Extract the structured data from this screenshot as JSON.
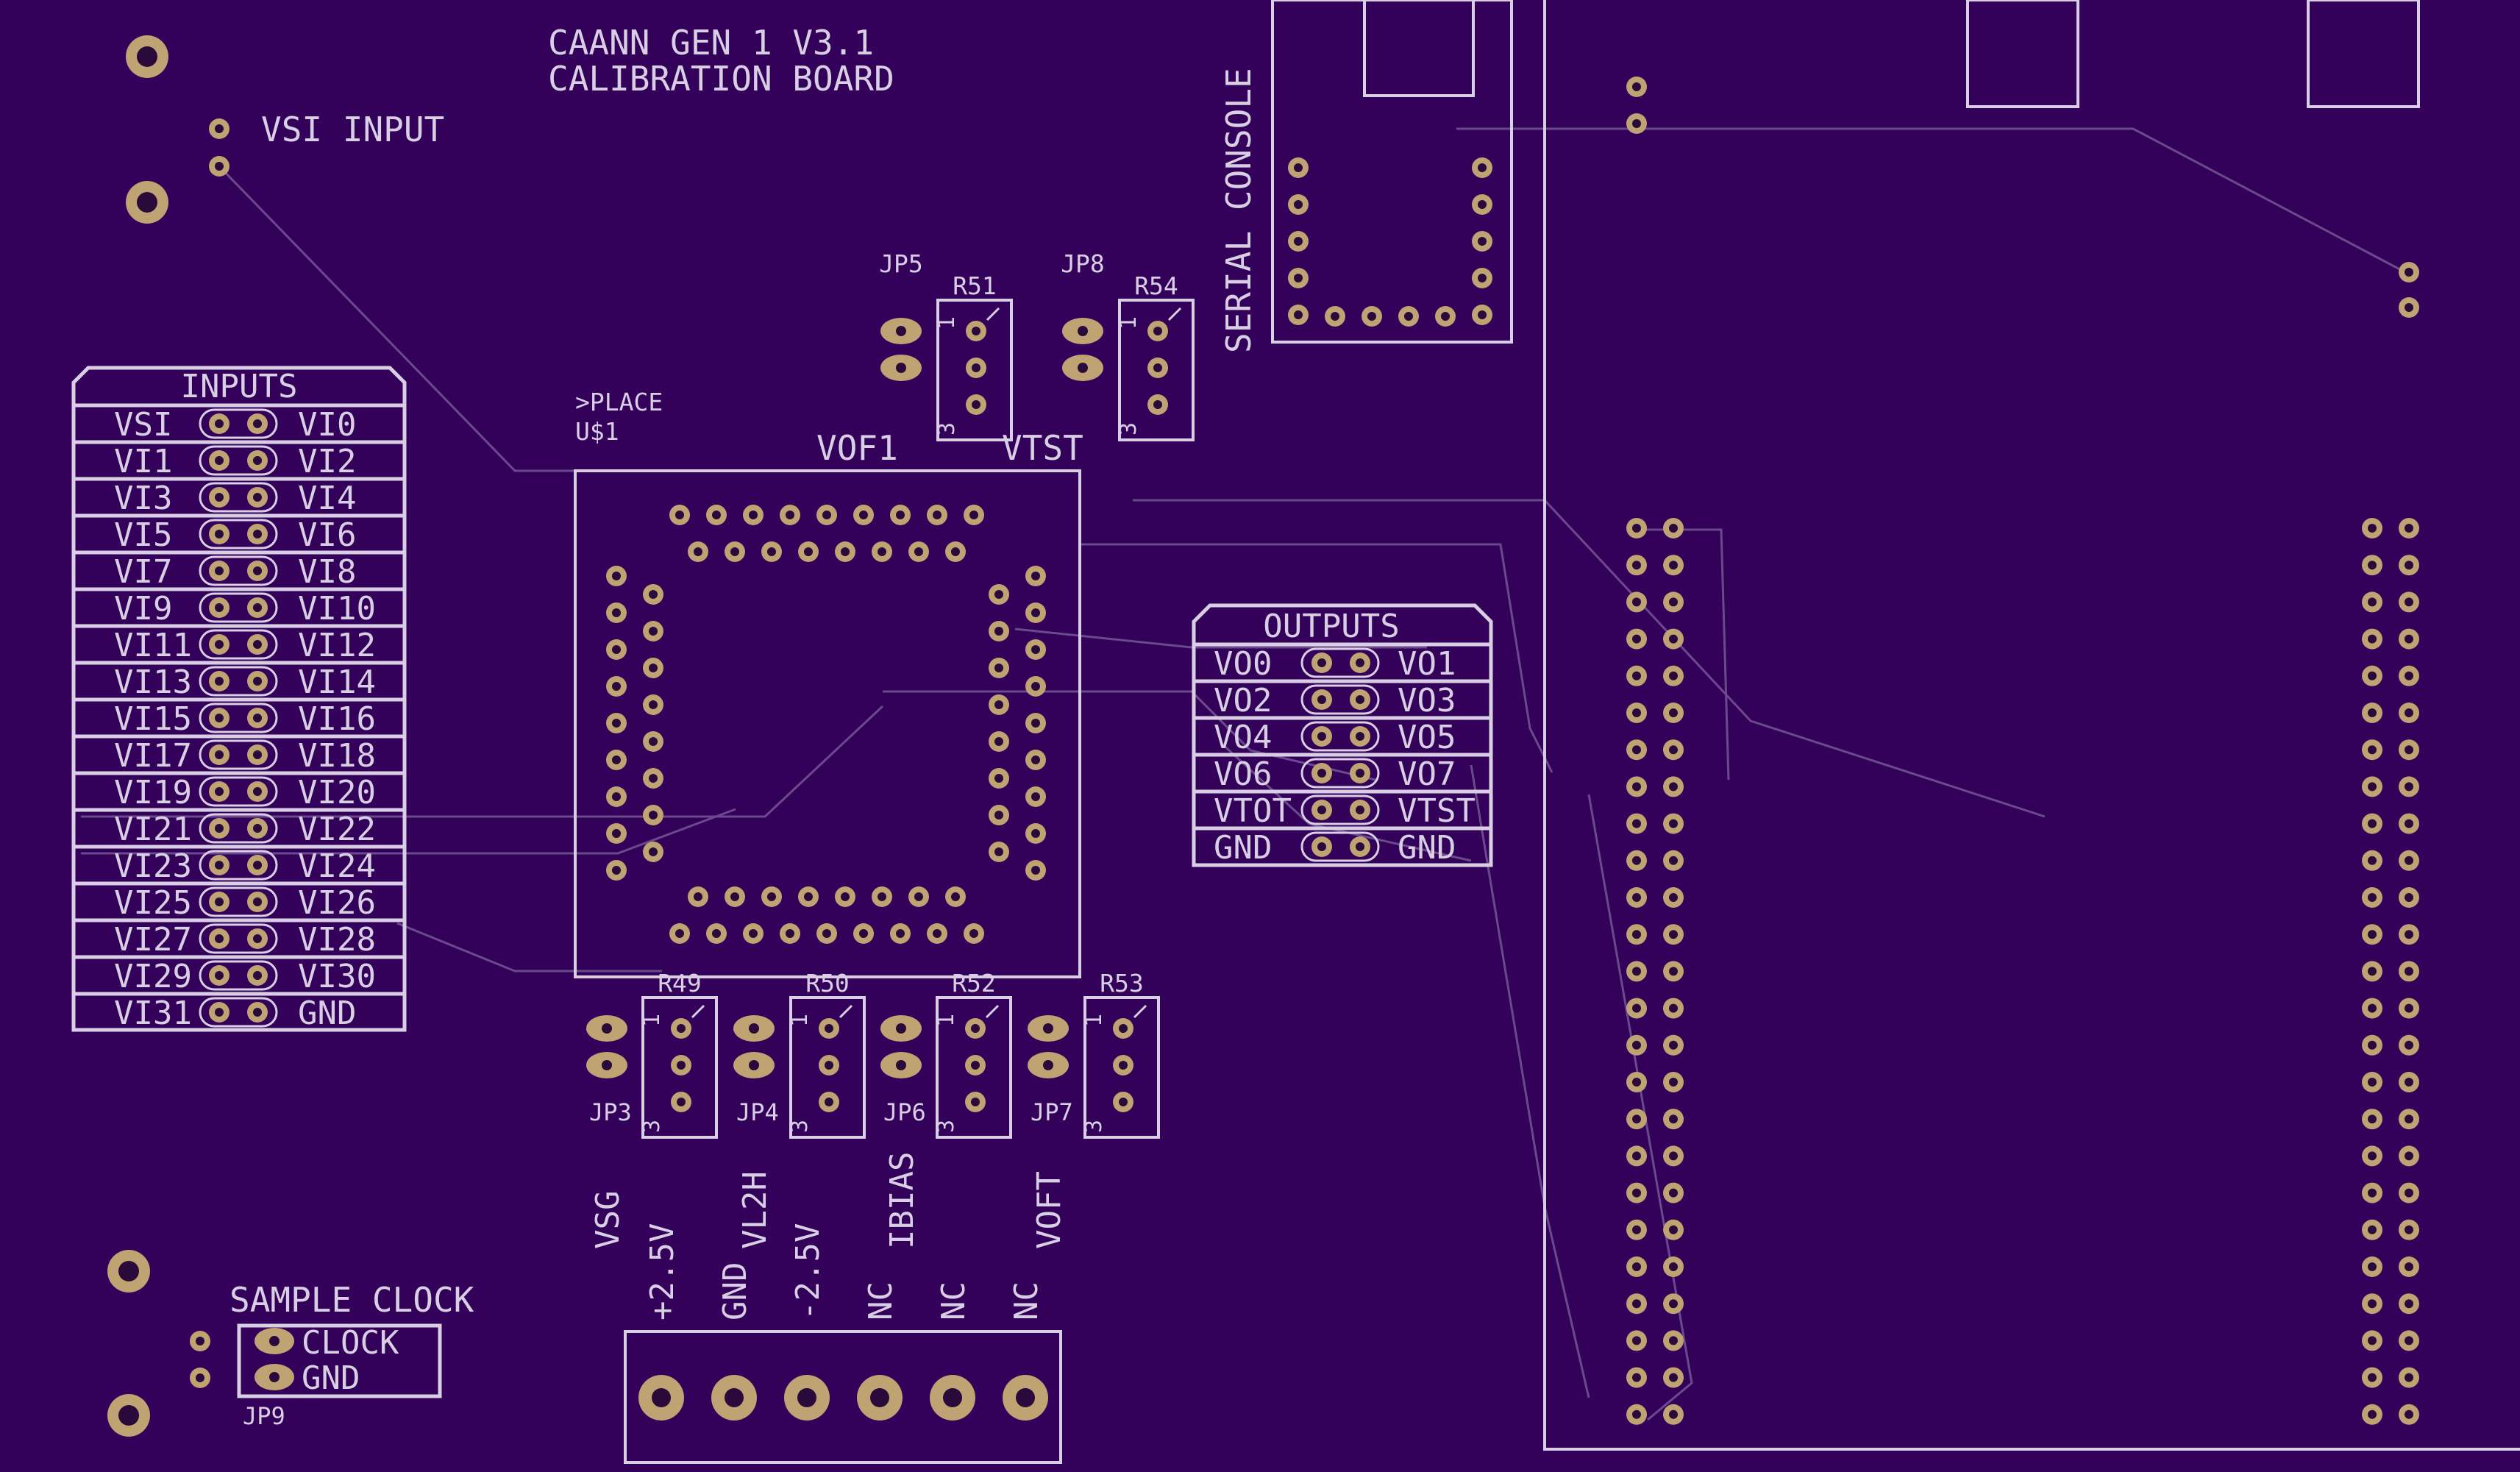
{
  "colors": {
    "board": "#33005a",
    "silkscreen": "#d8cfe4",
    "copper_pad": "#bfa372",
    "drill": "#2a0a3a",
    "trace": "#6a4a8c"
  },
  "header": {
    "title_line1": "CAANN GEN 1 V3.1",
    "title_line2": "CALIBRATION BOARD"
  },
  "vsi_input": {
    "label": "VSI INPUT"
  },
  "serial_console": {
    "label": "SERIAL CONSOLE"
  },
  "inputs_block": {
    "title": "INPUTS",
    "rows": [
      [
        "VSI",
        "VI0"
      ],
      [
        "VI1",
        "VI2"
      ],
      [
        "VI3",
        "VI4"
      ],
      [
        "VI5",
        "VI6"
      ],
      [
        "VI7",
        "VI8"
      ],
      [
        "VI9",
        "VI10"
      ],
      [
        "VI11",
        "VI12"
      ],
      [
        "VI13",
        "VI14"
      ],
      [
        "VI15",
        "VI16"
      ],
      [
        "VI17",
        "VI18"
      ],
      [
        "VI19",
        "VI20"
      ],
      [
        "VI21",
        "VI22"
      ],
      [
        "VI23",
        "VI24"
      ],
      [
        "VI25",
        "VI26"
      ],
      [
        "VI27",
        "VI28"
      ],
      [
        "VI29",
        "VI30"
      ],
      [
        "VI31",
        "GND"
      ]
    ]
  },
  "outputs_block": {
    "title": "OUTPUTS",
    "rows": [
      [
        "VO0",
        "VO1"
      ],
      [
        "VO2",
        "VO3"
      ],
      [
        "VO4",
        "VO5"
      ],
      [
        "VO6",
        "VO7"
      ],
      [
        "VTOT",
        "VTST"
      ],
      [
        "GND",
        "GND"
      ]
    ]
  },
  "chip": {
    "place_label": ">PLACE",
    "ref": "U$1",
    "label_left": "VOF1",
    "label_right": "VTST"
  },
  "top_trimmers": [
    {
      "jumper": "JP5",
      "resistor": "R51"
    },
    {
      "jumper": "JP8",
      "resistor": "R54"
    }
  ],
  "bottom_trimmers": [
    {
      "jumper": "JP3",
      "resistor": "R49",
      "signal": "VSG"
    },
    {
      "jumper": "JP4",
      "resistor": "R50",
      "signal": "VL2H"
    },
    {
      "jumper": "JP6",
      "resistor": "R52",
      "signal": "IBIAS"
    },
    {
      "jumper": "JP7",
      "resistor": "R53",
      "signal": "VOFT"
    }
  ],
  "trimmer_pin_marks": {
    "pin1": "1",
    "pin3": "3"
  },
  "sample_clock": {
    "title": "SAMPLE CLOCK",
    "pin1": "CLOCK",
    "pin2": "GND",
    "ref": "JP9"
  },
  "power_connector": {
    "pins": [
      "+2.5V",
      "GND",
      "-2.5V",
      "NC",
      "NC",
      "NC"
    ]
  }
}
